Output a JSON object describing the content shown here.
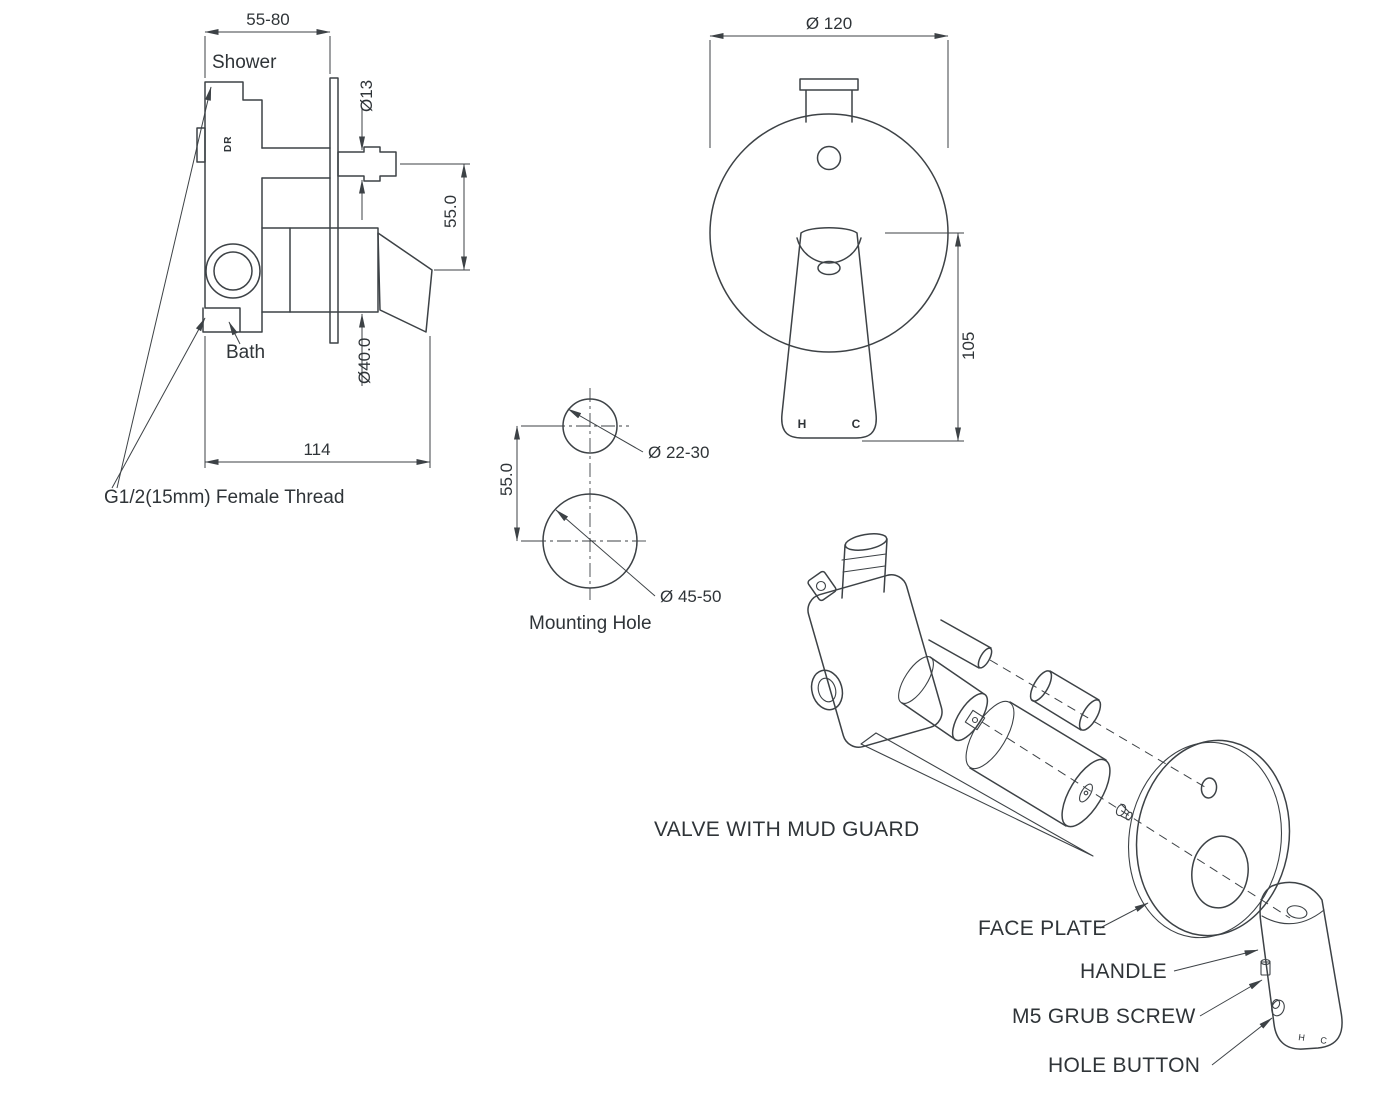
{
  "side_view": {
    "width_range": "55-80",
    "shower_label": "Shower",
    "dr_label": "DR",
    "outlet_diameter": "Ø13",
    "center_offset": "55.0",
    "cartridge_diameter": "Ø40.0",
    "body_depth": "114",
    "bath_label": "Bath",
    "thread_note": "G1/2(15mm) Female Thread"
  },
  "front_view": {
    "plate_diameter": "Ø 120",
    "handle_height": "105",
    "hot_label": "H",
    "cold_label": "C"
  },
  "mounting_hole": {
    "hole_spacing": "55.0",
    "top_hole_diameter": "Ø 22-30",
    "main_hole_diameter": "Ø 45-50",
    "caption": "Mounting Hole"
  },
  "exploded_view": {
    "valve_label": "VALVE WITH MUD GUARD",
    "face_plate_label": "FACE PLATE",
    "handle_label": "HANDLE",
    "grub_screw_label": "M5 GRUB SCREW",
    "hole_button_label": "HOLE BUTTON"
  },
  "colors": {
    "line": "#3d4246",
    "text": "#2f3438",
    "background": "#ffffff"
  }
}
